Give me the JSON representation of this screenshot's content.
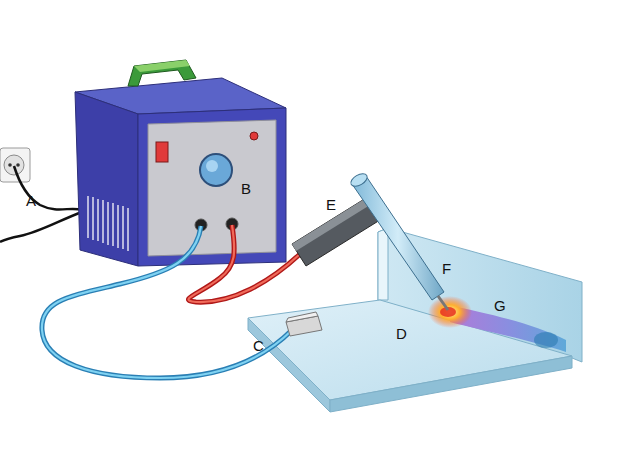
{
  "diagram": {
    "labels": [
      "A",
      "B",
      "E",
      "F",
      "G",
      "C",
      "D"
    ]
  }
}
